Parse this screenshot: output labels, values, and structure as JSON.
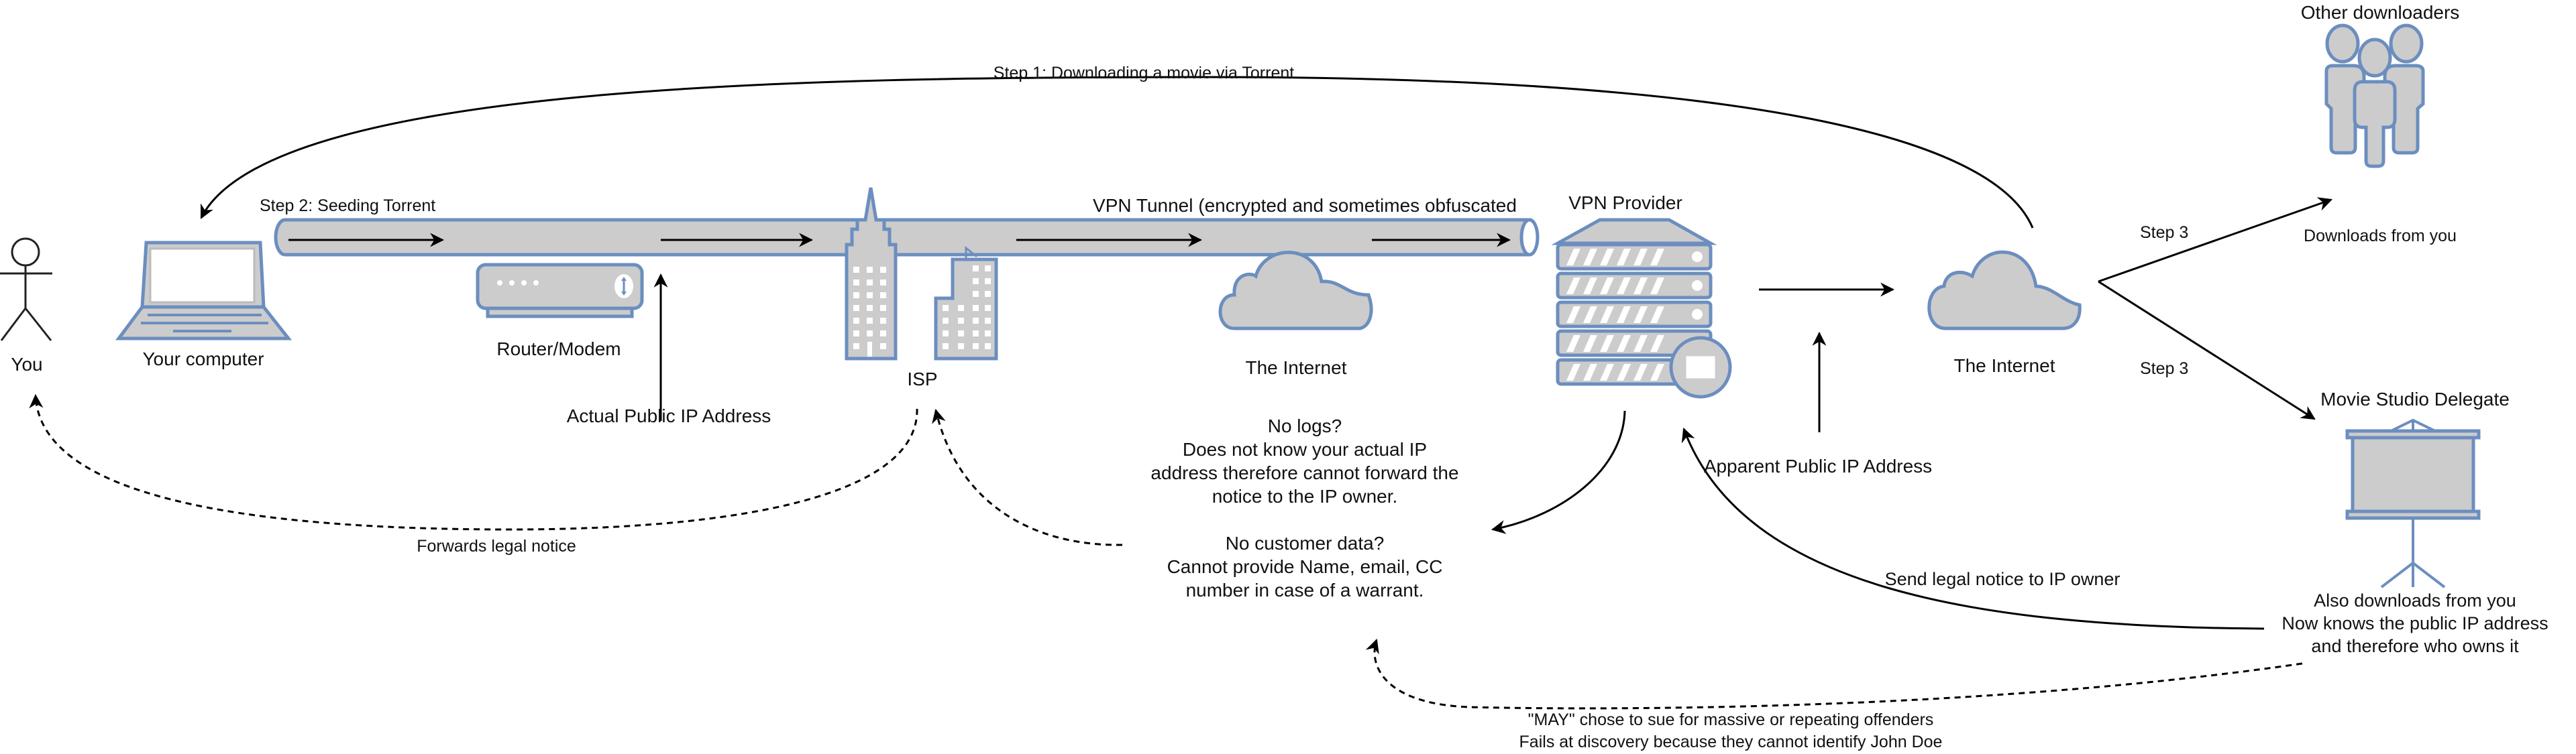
{
  "diagram": {
    "title": "Torrenting through a VPN — legal notice flow",
    "palette": {
      "shape_fill": "#cccccc",
      "shape_stroke": "#6c8ebf",
      "edge": "#000000",
      "text": "#111111",
      "background": "#ffffff"
    },
    "nodes": {
      "you": {
        "label": "You",
        "icon": "stick-figure-icon"
      },
      "computer": {
        "label": "Your computer",
        "icon": "laptop-icon"
      },
      "router": {
        "label": "Router/Modem",
        "icon": "router-icon"
      },
      "isp": {
        "label": "ISP",
        "icon": "office-buildings-icon"
      },
      "internet_1": {
        "label": "The Internet",
        "icon": "cloud-icon"
      },
      "vpn_provider": {
        "label": "VPN Provider",
        "icon": "server-rack-icon"
      },
      "internet_2": {
        "label": "The Internet",
        "icon": "cloud-icon"
      },
      "other_downloaders": {
        "label": "Other downloaders",
        "caption": "Downloads from you",
        "icon": "users-group-icon"
      },
      "movie_studio": {
        "label": "Movie Studio Delegate",
        "icon": "projector-screen-icon",
        "caption_lines": [
          "Also downloads from you",
          "Now knows the public IP address",
          "and therefore who owns it"
        ]
      }
    },
    "tunnel": {
      "seeding_label": "Step 2: Seeding Torrent",
      "vpn_label": "VPN Tunnel (encrypted and sometimes obfuscated"
    },
    "edges": {
      "step1": "Step 1: Downloading a movie via Torrent",
      "step3_upper": "Step 3",
      "step3_lower": "Step 3",
      "actual_ip": "Actual Public IP Address",
      "apparent_ip": "Apparent Public IP Address",
      "send_notice": "Send legal notice to IP owner",
      "forwards_notice": "Forwards legal notice",
      "sue_lines": [
        "\"MAY\" chose to sue for massive or repeating offenders",
        "Fails at discovery because they cannot identify John Doe"
      ]
    },
    "vpn_note": {
      "lines": [
        "No logs?",
        "Does not know your actual IP",
        "address therefore cannot forward the",
        "notice to the IP owner.",
        "",
        "No customer data?",
        "Cannot provide Name, email, CC",
        "number in case of a warrant."
      ]
    }
  }
}
